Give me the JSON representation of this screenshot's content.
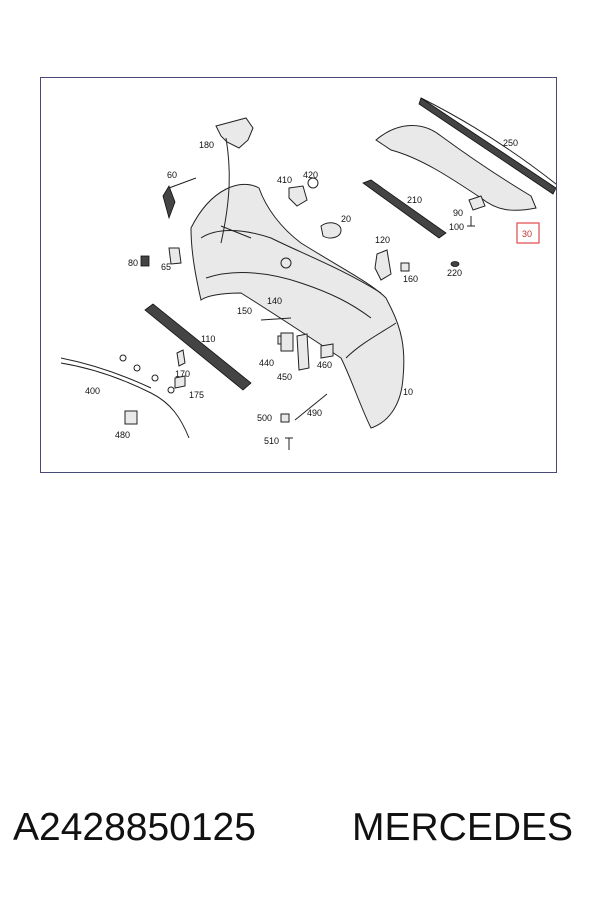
{
  "diagram": {
    "callouts": [
      {
        "id": "c180",
        "text": "180"
      },
      {
        "id": "c60",
        "text": "60"
      },
      {
        "id": "c410",
        "text": "410"
      },
      {
        "id": "c420",
        "text": "420"
      },
      {
        "id": "c250",
        "text": "250"
      },
      {
        "id": "c210",
        "text": "210"
      },
      {
        "id": "c20",
        "text": "20"
      },
      {
        "id": "c90",
        "text": "90"
      },
      {
        "id": "c100",
        "text": "100"
      },
      {
        "id": "c30",
        "text": "30"
      },
      {
        "id": "c80",
        "text": "80"
      },
      {
        "id": "c65",
        "text": "65"
      },
      {
        "id": "c120",
        "text": "120"
      },
      {
        "id": "c160",
        "text": "160"
      },
      {
        "id": "c220",
        "text": "220"
      },
      {
        "id": "c150",
        "text": "150"
      },
      {
        "id": "c140",
        "text": "140"
      },
      {
        "id": "c110",
        "text": "110"
      },
      {
        "id": "c440",
        "text": "440"
      },
      {
        "id": "c460",
        "text": "460"
      },
      {
        "id": "c450",
        "text": "450"
      },
      {
        "id": "c400",
        "text": "400"
      },
      {
        "id": "c170",
        "text": "170"
      },
      {
        "id": "c175",
        "text": "175"
      },
      {
        "id": "c10",
        "text": "10"
      },
      {
        "id": "c500",
        "text": "500"
      },
      {
        "id": "c490",
        "text": "490"
      },
      {
        "id": "c480",
        "text": "480"
      },
      {
        "id": "c510",
        "text": "510"
      }
    ],
    "highlighted_callout": "30",
    "highlight_color": "#e04848"
  },
  "footer": {
    "part_number": "A2428850125",
    "brand": "MERCEDES"
  }
}
